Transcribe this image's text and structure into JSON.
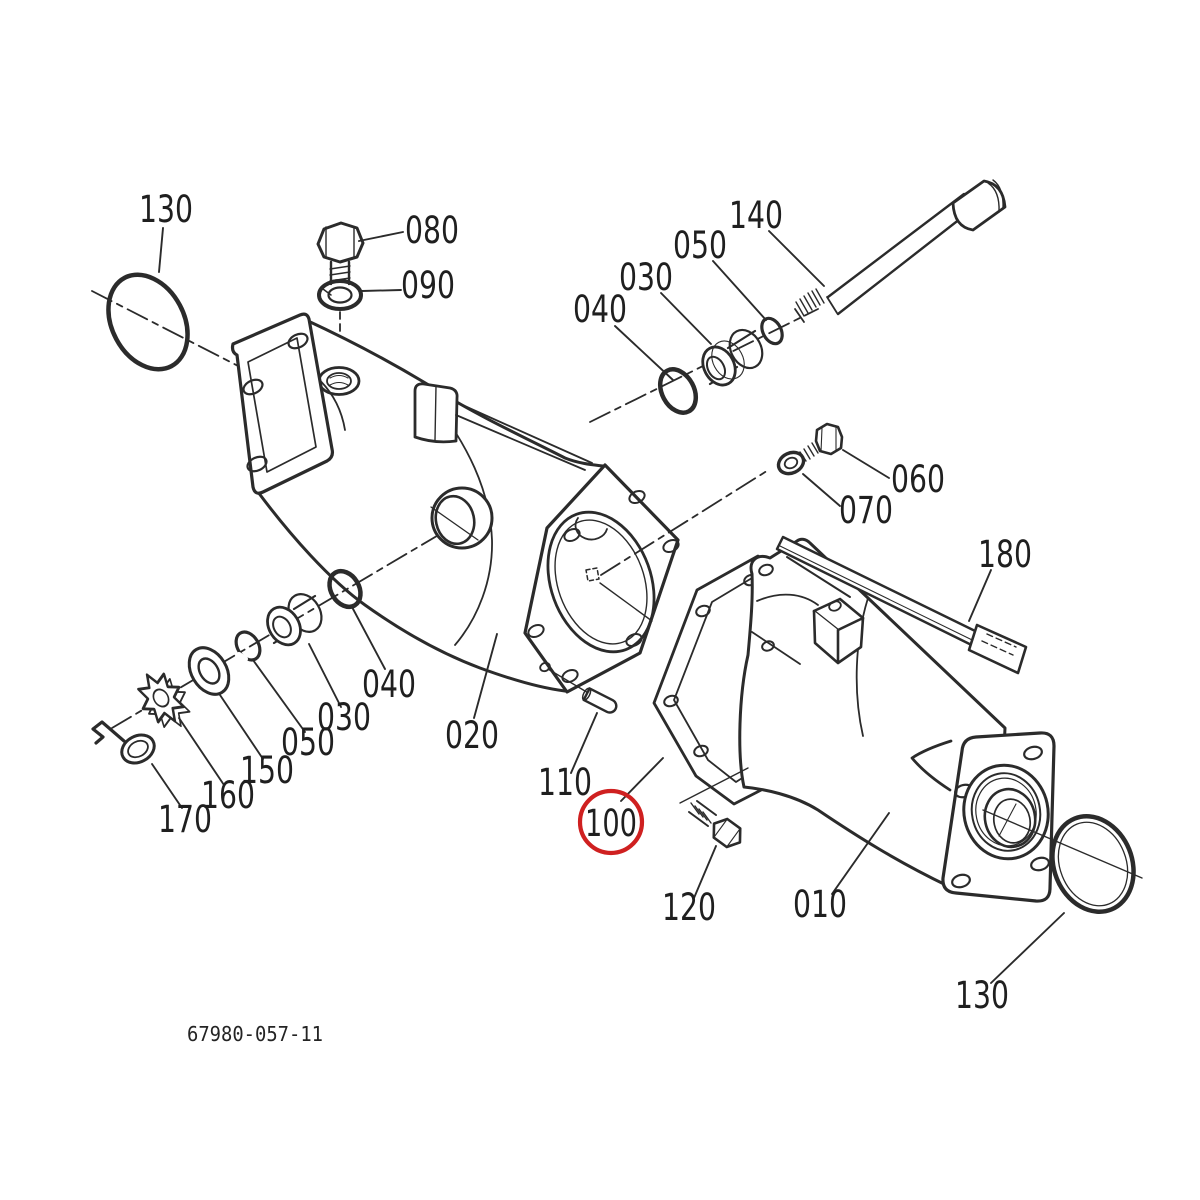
{
  "diagram": {
    "type": "exploded-parts-diagram",
    "subject": "gear case / axle housing assembly exploded view",
    "drawing_number": "67980-057-11",
    "highlighted_part_ref": "100",
    "highlight_color": "#cf2020",
    "line_color": "#2b2b2b",
    "background_color": "#ffffff",
    "labels": [
      {
        "id": "130-top-left",
        "text": "130"
      },
      {
        "id": "080",
        "text": "080"
      },
      {
        "id": "090",
        "text": "090"
      },
      {
        "id": "040-top",
        "text": "040"
      },
      {
        "id": "030-top",
        "text": "030"
      },
      {
        "id": "050-top",
        "text": "050"
      },
      {
        "id": "140",
        "text": "140"
      },
      {
        "id": "060",
        "text": "060"
      },
      {
        "id": "070",
        "text": "070"
      },
      {
        "id": "180",
        "text": "180"
      },
      {
        "id": "040-left",
        "text": "040"
      },
      {
        "id": "030-left",
        "text": "030"
      },
      {
        "id": "050-left",
        "text": "050"
      },
      {
        "id": "150",
        "text": "150"
      },
      {
        "id": "160",
        "text": "160"
      },
      {
        "id": "170",
        "text": "170"
      },
      {
        "id": "020",
        "text": "020"
      },
      {
        "id": "110",
        "text": "110"
      },
      {
        "id": "100",
        "text": "100"
      },
      {
        "id": "120",
        "text": "120"
      },
      {
        "id": "010",
        "text": "010"
      },
      {
        "id": "130-bottom-right",
        "text": "130"
      }
    ]
  }
}
